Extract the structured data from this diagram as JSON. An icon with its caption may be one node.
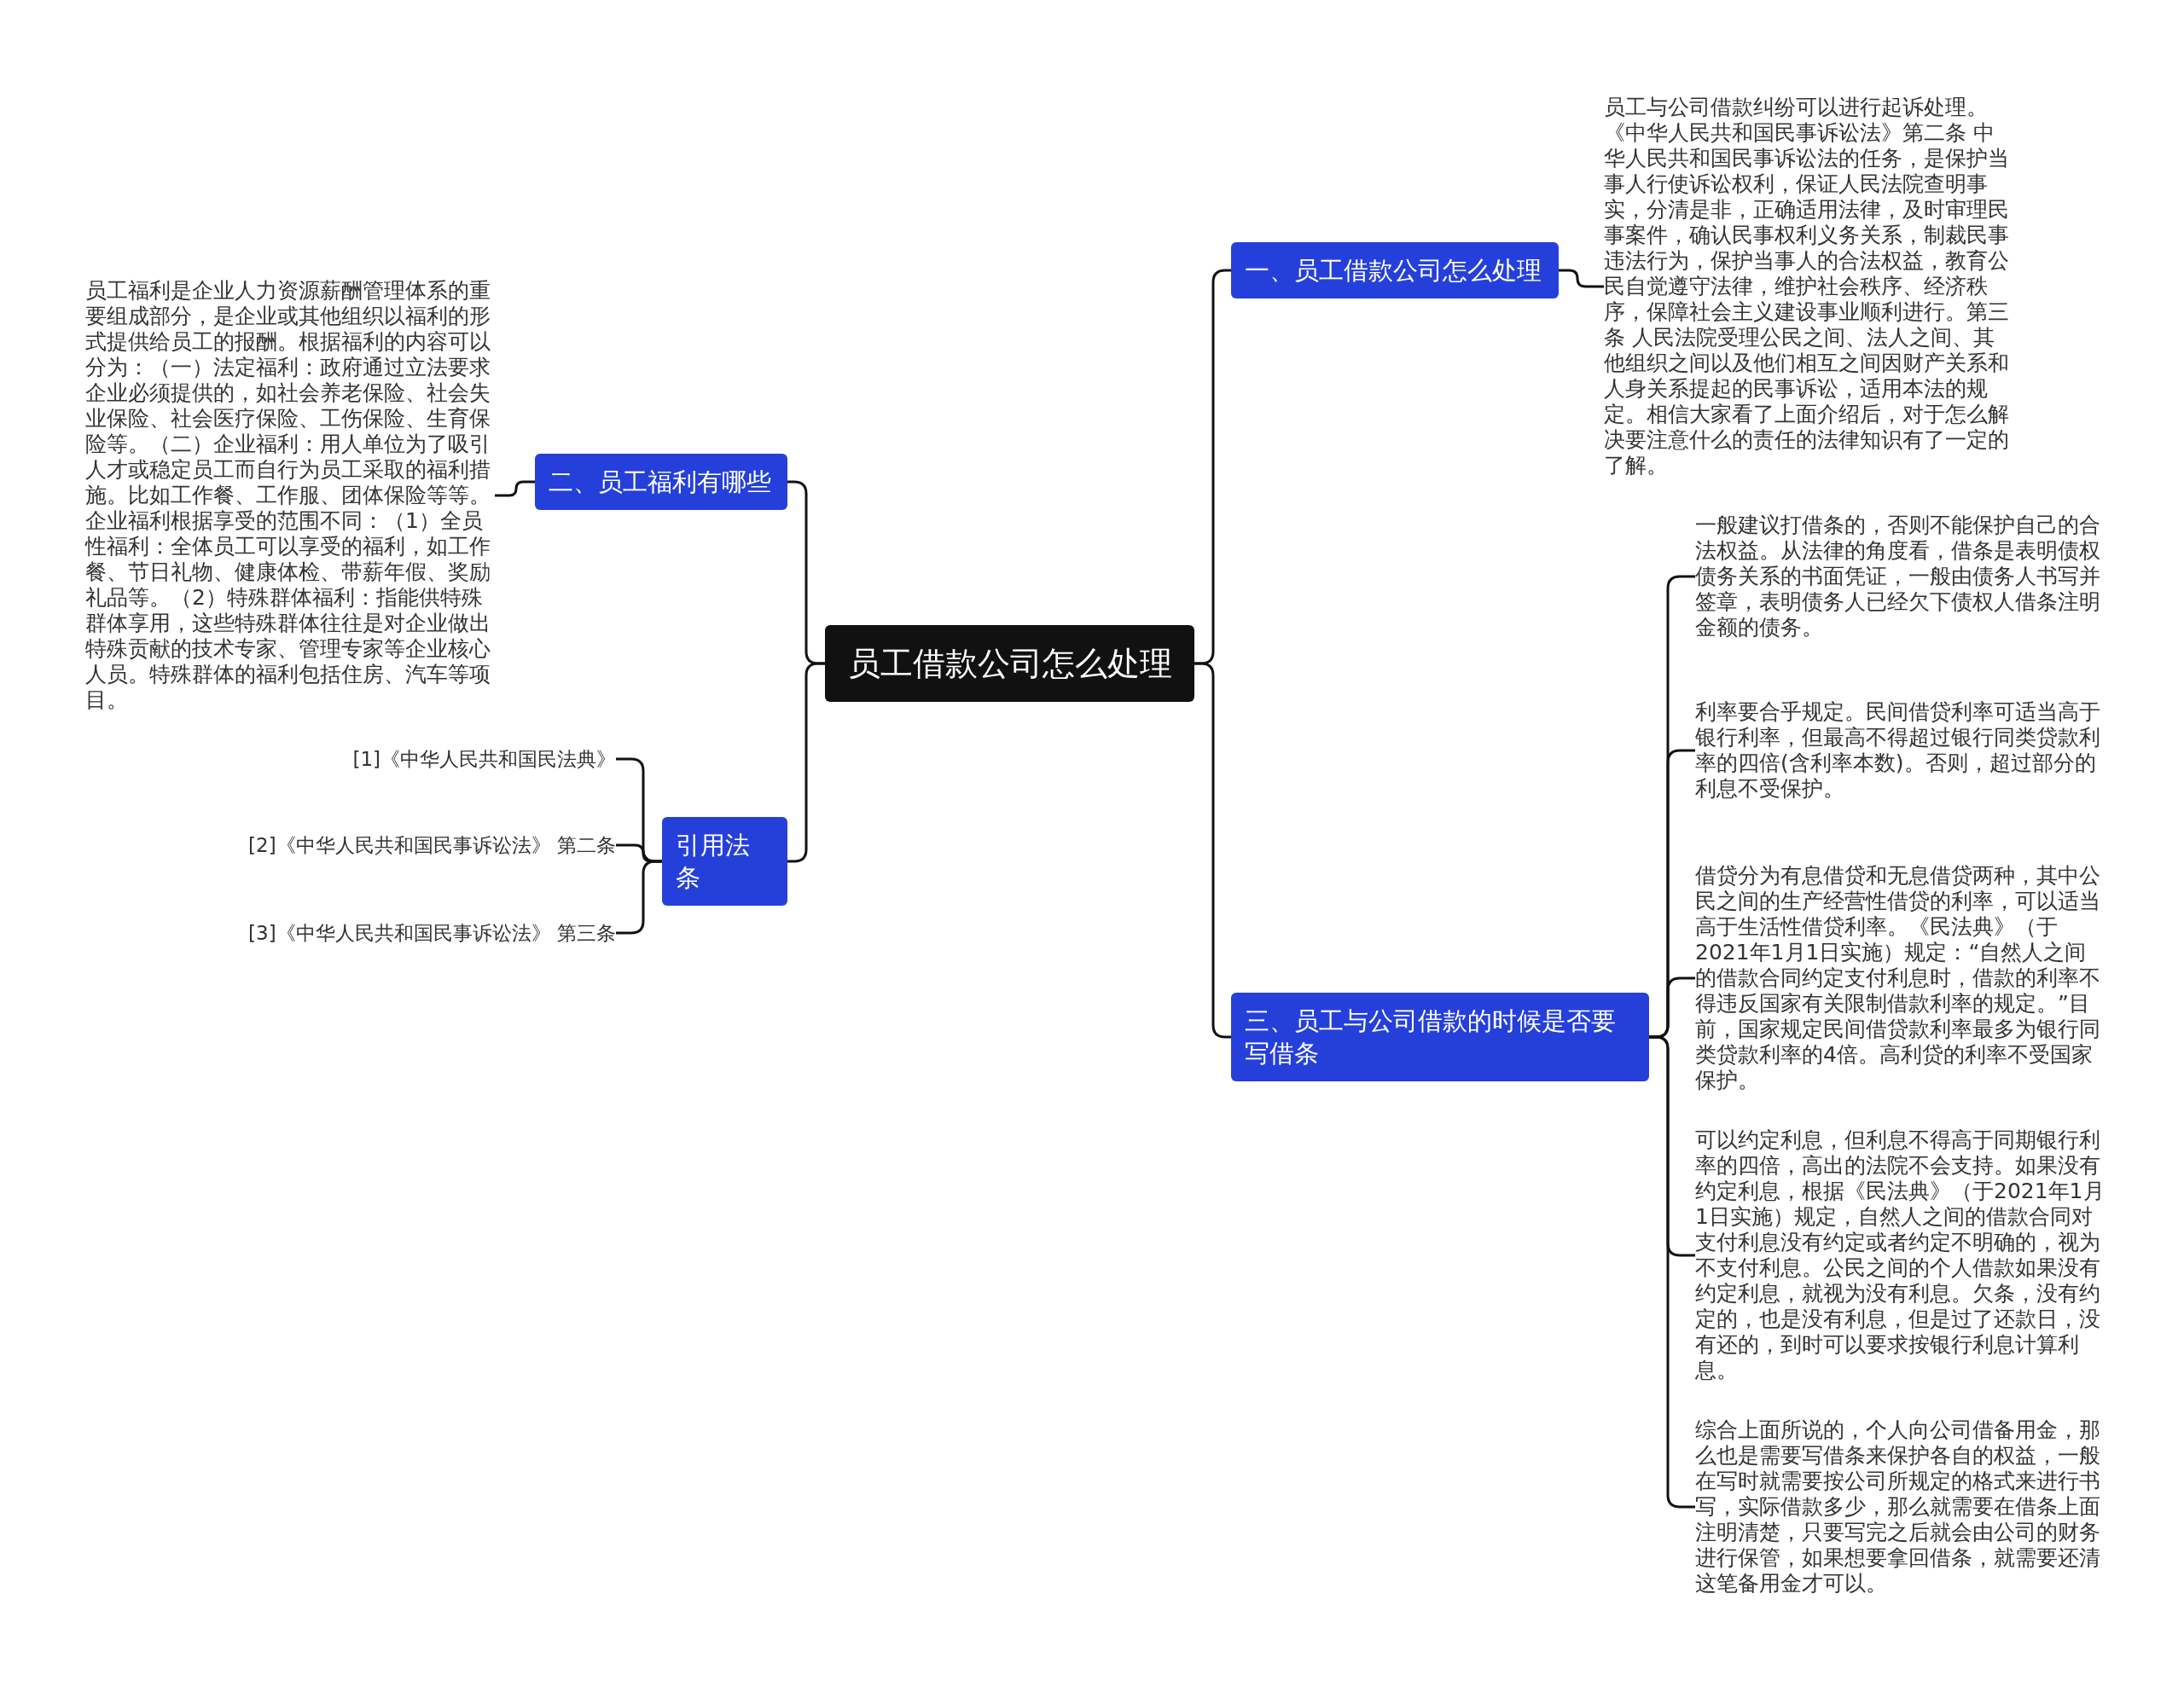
{
  "diagram": {
    "nodes": [
      {
        "text": [
          "员工借款公司怎么处理"
        ]
      },
      {
        "text": [
          "一、员工借款公司怎么处理"
        ]
      },
      {
        "text": [
          "员工与公司借款纠纷可以进行起诉处理。《中华人民共和国民事诉讼法》第二条 中华人民共和国民事诉讼法的任务，是保护当事人行使诉讼权利，保证人民法院查明事实，分清是非，正确适用法律，及时审理民事案件，确认民事权利义务关系，制裁民事违法行为，保护当事人的合法权益，教育公民自觉遵守法律，维护社会秩序、经济秩序，保障社会主义建设事业顺利进行。第三条 人民法院受理公民之间、法人之间、其他组织之间以及他们相互之间因财产关系和人身关系提起的民事诉讼，适用本法的规定。相信大家看了上面介绍后，对于怎么解决要注意什么的责任的法律知识有了一定的了解。"
        ]
      },
      {
        "text": [
          "三、员工与公司借款的时候是否要写借条"
        ]
      },
      {
        "text": [
          "一般建议打借条的，否则不能保护自己的合法权益。从法律的角度看，借条是表明债权债务关系的书面凭证，一般由债务人书写并签章，表明债务人已经欠下债权人借条注明金额的债务。"
        ]
      },
      {
        "text": [
          "利率要合乎规定。民间借贷利率可适当高于银行利率，但最高不得超过银行同类贷款利率的四倍(含利率本数)。否则，超过部分的利息不受保护。"
        ]
      },
      {
        "text": [
          "借贷分为有息借贷和无息借贷两种，其中公民之间的生产经营性借贷的利率，可以适当高于生活性借贷利率。《民法典》（于2021年1月1日实施）规定：“自然人之间的借款合同约定支付利息时，借款的利率不得违反国家有关限制借款利率的规定。”目前，国家规定民间借贷款利率最多为银行同类贷款利率的4倍。高利贷的利率不受国家保护。"
        ]
      },
      {
        "text": [
          "可以约定利息，但利息不得高于同期银行利率的四倍，高出的法院不会支持。如果没有约定利息，根据《民法典》（于2021年1月1日实施）规定，自然人之间的借款合同对支付利息没有约定或者约定不明确的，视为不支付利息。公民之间的个人借款如果没有约定利息，就视为没有利息。欠条，没有约定的，也是没有利息，但是过了还款日，没有还的，到时可以要求按银行利息计算利息。"
        ]
      },
      {
        "text": [
          "综合上面所说的，个人向公司借备用金，那么也是需要写借条来保护各自的权益，一般在写时就需要按公司所规定的格式来进行书写，实际借款多少，那么就需要在借条上面注明清楚，只要写完之后就会由公司的财务进行保管，如果想要拿回借条，就需要还清这笔备用金才可以。"
        ]
      },
      {
        "text": [
          "二、员工福利有哪些"
        ]
      },
      {
        "text": [
          "员工福利是企业人力资源薪酬管理体系的重要组成部分，是企业或其他组织以福利的形式提供给员工的报酬。根据福利的内容可以分为：（一）法定福利：政府通过立法要求企业必须提供的，如社会养老保险、社会失业保险、社会医疗保险、工伤保险、生育保险等。（二）企业福利：用人单位为了吸引人才或稳定员工而自行为员工采取的福利措施。比如工作餐、工作服、团体保险等等。企业福利根据享受的范围不同：（1）全员性福利：全体员工可以享受的福利，如工作餐、节日礼物、健康体检、带薪年假、奖励礼品等。（2）特殊群体福利：指能供特殊群体享用，这些特殊群体往往是对企业做出特殊贡献的技术专家、管理专家等企业核心人员。特殊群体的福利包括住房、汽车等项目。"
        ]
      },
      {
        "text": [
          "引用法条"
        ]
      },
      {
        "text": [
          "[1]《中华人民共和国民法典》"
        ]
      },
      {
        "text": [
          "[2]《中华人民共和国民事诉讼法》 第二条"
        ]
      },
      {
        "text": [
          "[3]《中华人民共和国民事诉讼法》 第三条"
        ]
      }
    ],
    "edges": [
      {
        "from": 0,
        "to": 1,
        "arrow": "none"
      },
      {
        "from": 1,
        "to": 2,
        "arrow": "none"
      },
      {
        "from": 0,
        "to": 3,
        "arrow": "none"
      },
      {
        "from": 3,
        "to": 4,
        "arrow": "none"
      },
      {
        "from": 3,
        "to": 5,
        "arrow": "none"
      },
      {
        "from": 3,
        "to": 6,
        "arrow": "none"
      },
      {
        "from": 3,
        "to": 7,
        "arrow": "none"
      },
      {
        "from": 3,
        "to": 8,
        "arrow": "none"
      },
      {
        "from": 0,
        "to": 9,
        "arrow": "none"
      },
      {
        "from": 9,
        "to": 10,
        "arrow": "none"
      },
      {
        "from": 0,
        "to": 11,
        "arrow": "none"
      },
      {
        "from": 11,
        "to": 12,
        "arrow": "none"
      },
      {
        "from": 11,
        "to": 13,
        "arrow": "none"
      },
      {
        "from": 11,
        "to": 14,
        "arrow": "none"
      }
    ]
  }
}
